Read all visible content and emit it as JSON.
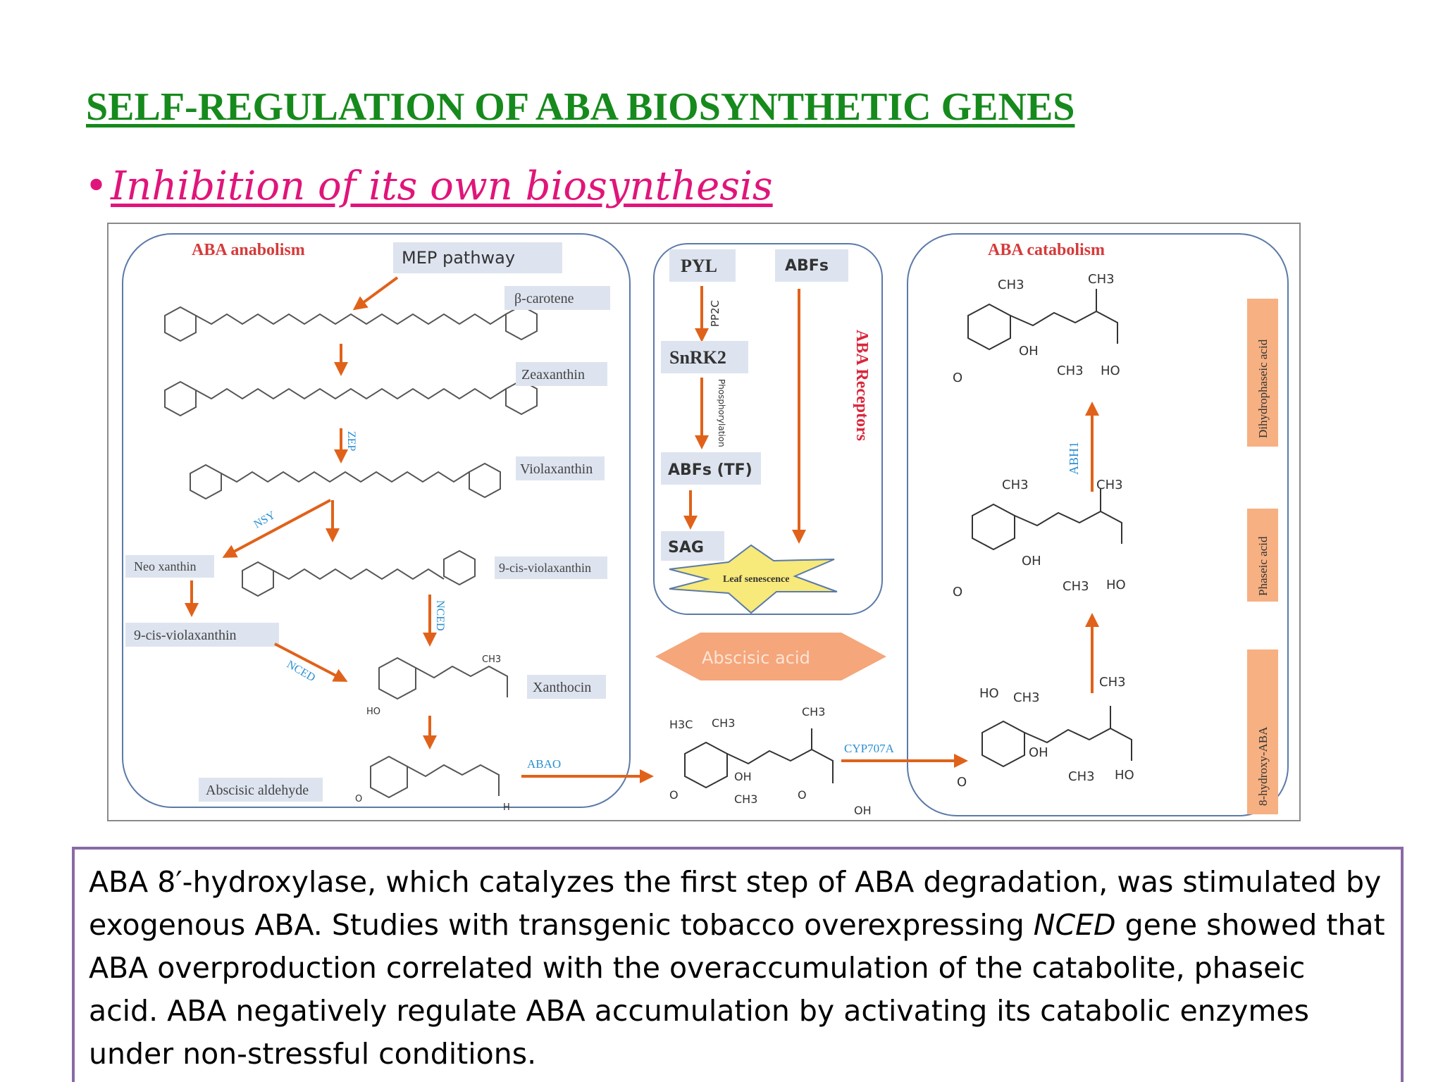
{
  "slide": {
    "title": "SELF-REGULATION OF ABA BIOSYNTHETIC GENES",
    "bullet": "Inhibition of its own biosynthesis"
  },
  "diagram": {
    "anabolism": {
      "heading": "ABA anabolism",
      "mep_pathway": "MEP pathway",
      "beta_carotene": "β-carotene",
      "zeaxanthin": "Zeaxanthin",
      "violaxanthin": "Violaxanthin",
      "neo_xanthin": "Neo xanthin",
      "cis_violaxanthin_right": "9-cis-violaxanthin",
      "cis_violaxanthin_left": "9-cis-violaxanthin",
      "xanthocin": "Xanthocin",
      "abscisic_aldehyde": "Abscisic aldehyde",
      "zep": "ZEP",
      "nsy": "NSY",
      "nced_vertical": "NCED",
      "nced_diagonal": "NCED",
      "abao": "ABAO"
    },
    "signaling": {
      "pyl": "PYL",
      "abfs": "ABFs",
      "pp2c": "PP2C",
      "snrk2": "SnRK2",
      "phosphorylation": "Phosphorylation",
      "abfs_tf": "ABFs (TF)",
      "sag": "SAG",
      "leaf_senescence": "Leaf senescence",
      "aba_receptors": "ABA Receptors"
    },
    "center": {
      "abscisic_acid": "Abscisic acid",
      "cyp707a": "CYP707A"
    },
    "catabolism": {
      "heading": "ABA catabolism",
      "dihydrophaseic_acid": "Dihydrophaseic acid",
      "phaseic_acid": "Phaseic acid",
      "hydroxy_aba": "8-hydroxy-ABA",
      "abh1": "ABH1"
    },
    "atoms": {
      "ch3": "CH3",
      "oh": "OH",
      "ho": "HO",
      "o": "O",
      "h": "H",
      "h3c": "H3C"
    },
    "colors": {
      "arrow": "#e0621a",
      "enzyme_blue": "#2a8fd0",
      "heading_red": "#d63a3a",
      "label_box": "#dde4ef",
      "receptor_red": "#d8273c",
      "burst_fill": "#f7e97a",
      "hexagon_fill": "#f5a67a",
      "side_label_fill": "#f6b082"
    }
  },
  "note": {
    "line1": "ABA 8′-hydroxylase, which catalyzes the first step of ABA degradation, was stimulated by",
    "line2a": "exogenous ABA. Studies with transgenic tobacco overexpressing ",
    "line2b": "NCED",
    "line2c": " gene showed that",
    "line3": "ABA overproduction correlated with the overaccumulation of the catabolite, phaseic",
    "line4": "acid. ABA negatively regulate ABA accumulation by activating its catabolic enzymes",
    "line5": "under non-stressful conditions."
  }
}
